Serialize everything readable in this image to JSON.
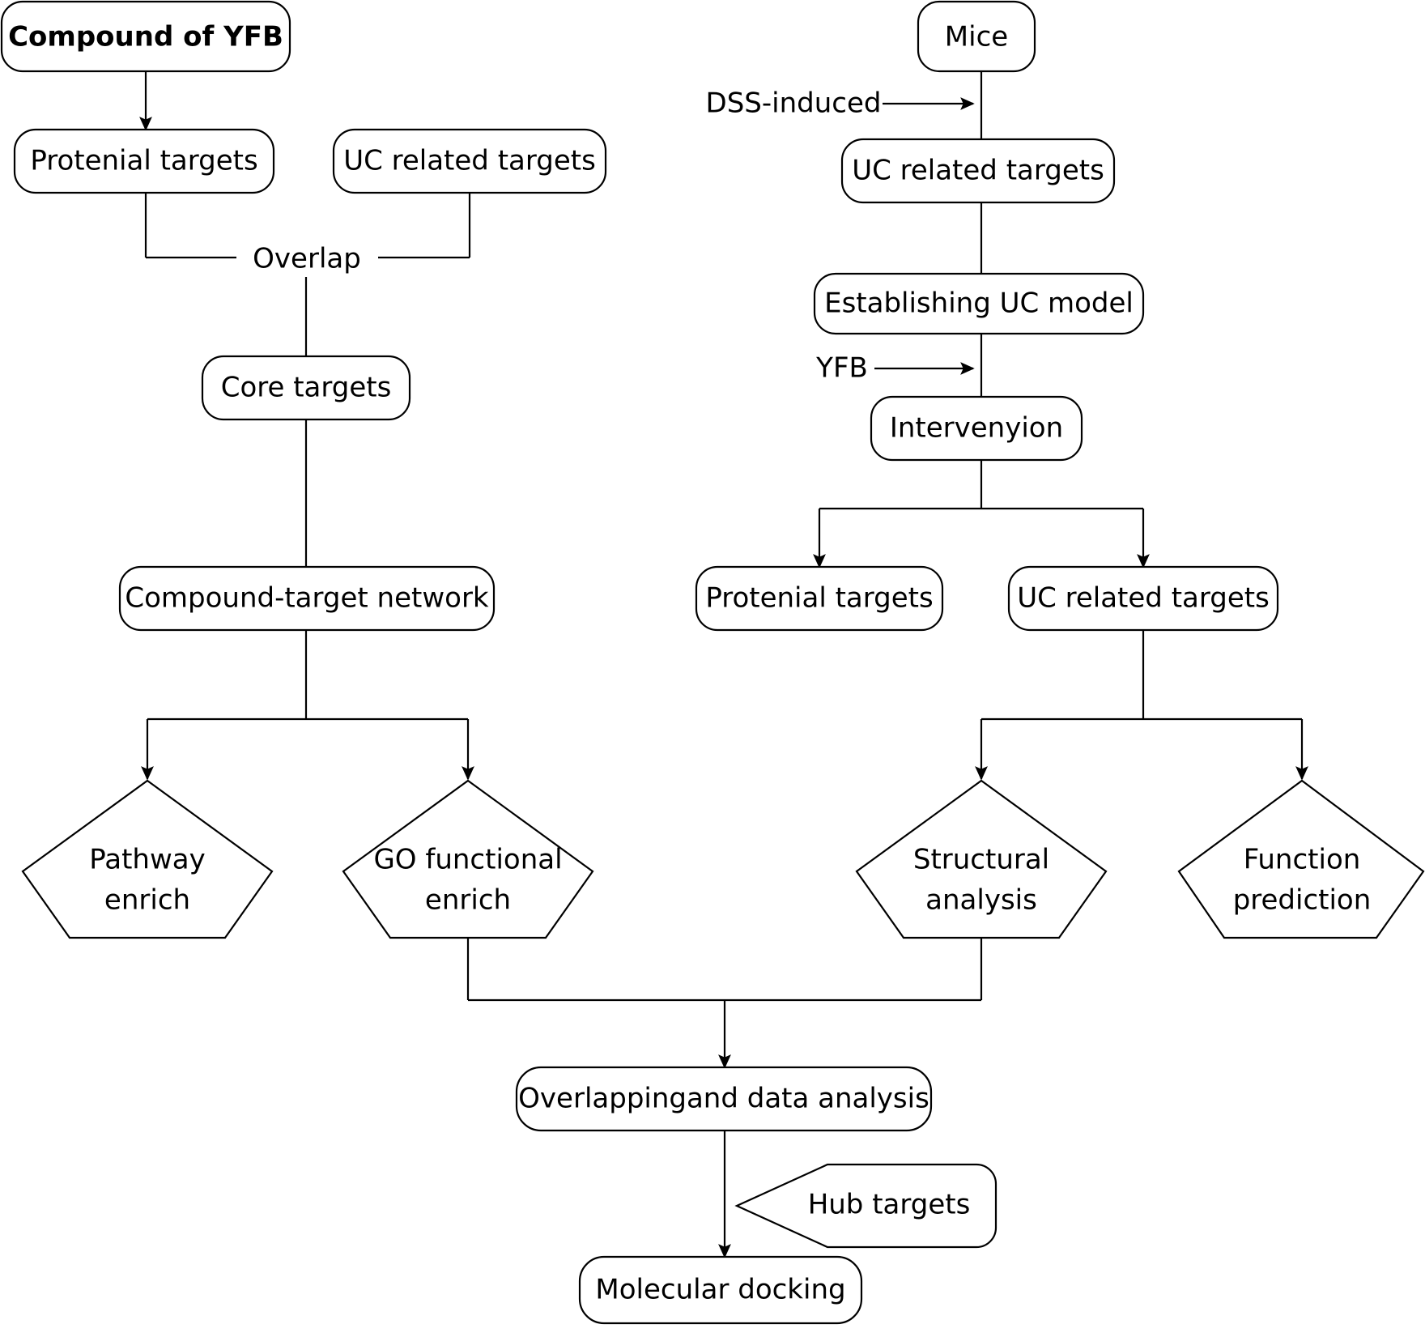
{
  "diagram": {
    "title": "YFB network pharmacology and experimental validation workflow",
    "background_color": "#ffffff",
    "stroke_color": "#000000",
    "nodes": {
      "compound_of_yfb": "Compound of YFB",
      "protenial_targets_left": "Protenial targets",
      "uc_related_targets_left": "UC related targets",
      "core_targets": "Core targets",
      "compound_target_network": "Compound-target network",
      "pathway_enrich_line1": "Pathway",
      "pathway_enrich_line2": "enrich",
      "go_functional_enrich_line1": "GO functional",
      "go_functional_enrich_line2": "enrich",
      "mice": "Mice",
      "uc_related_targets_top_right": "UC related targets",
      "establishing_uc_model": "Establishing UC model",
      "intervenyion": "Intervenyion",
      "protenial_targets_right": "Protenial targets",
      "uc_related_targets_right": "UC related targets",
      "structural_analysis_line1": "Structural",
      "structural_analysis_line2": "analysis",
      "function_prediction_line1": "Function",
      "function_prediction_line2": "prediction",
      "overlapping_data_analysis": "Overlappingand data analysis",
      "hub_targets": "Hub targets",
      "molecular_docking": "Molecular docking"
    },
    "edge_labels": {
      "overlap": "Overlap",
      "dss_induced": "DSS-induced",
      "yfb": "YFB"
    }
  }
}
